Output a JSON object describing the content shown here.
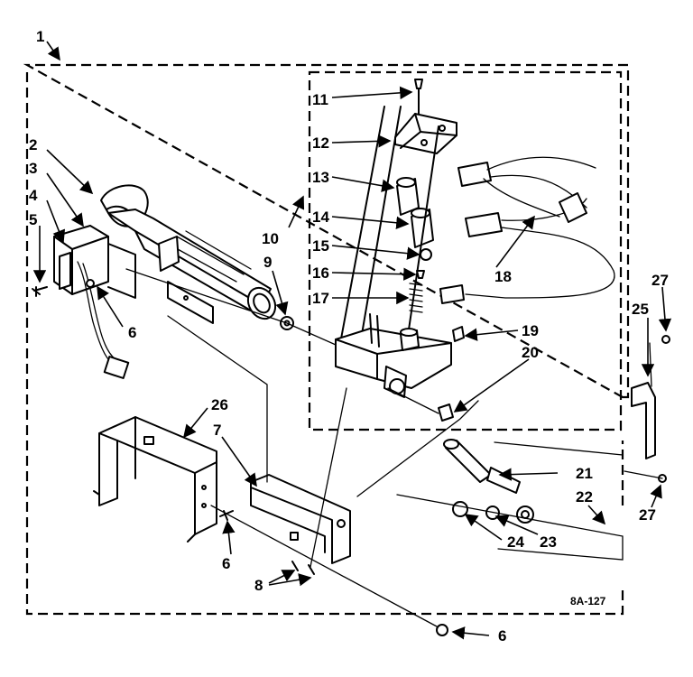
{
  "diagram": {
    "code": "8A-127",
    "callouts": {
      "c1": "1",
      "c2": "2",
      "c3": "3",
      "c4": "4",
      "c5": "5",
      "c6a": "6",
      "c6b": "6",
      "c6c": "6",
      "c7": "7",
      "c8": "8",
      "c9": "9",
      "c10": "10",
      "c11": "11",
      "c12": "12",
      "c13": "13",
      "c14": "14",
      "c15": "15",
      "c16": "16",
      "c17": "17",
      "c18": "18",
      "c19": "19",
      "c20": "20",
      "c21": "21",
      "c22": "22",
      "c23": "23",
      "c24": "24",
      "c25": "25",
      "c26": "26",
      "c27a": "27",
      "c27b": "27"
    }
  }
}
